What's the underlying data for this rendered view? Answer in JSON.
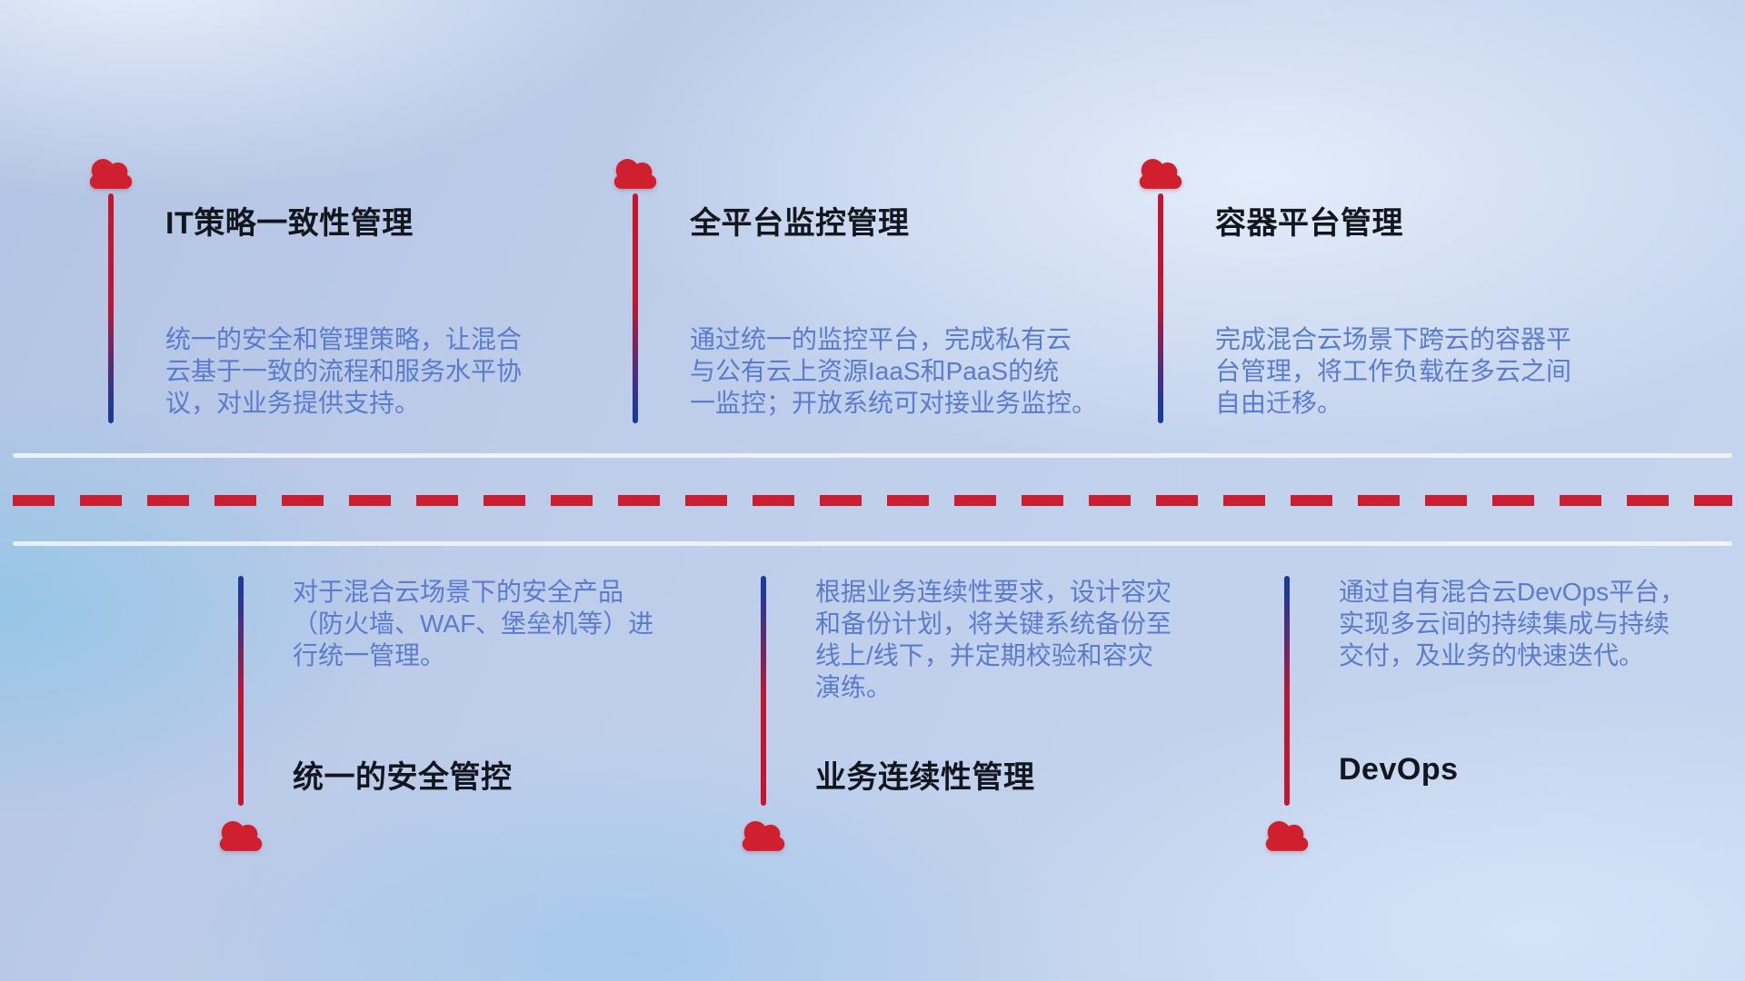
{
  "top_items": [
    {
      "title": "IT策略一致性管理",
      "description": "统一的安全和管理策略，让混合\n云基于一致的流程和服务水平协\n议，对业务提供支持。"
    },
    {
      "title": "全平台监控管理",
      "description": "通过统一的监控平台，完成私有云\n与公有云上资源IaaS和PaaS的统\n一监控；开放系统可对接业务监控。"
    },
    {
      "title": "容器平台管理",
      "description": "完成混合云场景下跨云的容器平\n台管理，将工作负载在多云之间\n自由迁移。"
    }
  ],
  "bottom_items": [
    {
      "title": "统一的安全管控",
      "description": "对于混合云场景下的安全产品\n（防火墙、WAF、堡垒机等）进\n行统一管理。"
    },
    {
      "title": "业务连续性管理",
      "description": "根据业务连续性要求，设计容灾\n和备份计划，将关键系统备份至\n线上/线下，并定期校验和容灾\n演练。"
    },
    {
      "title": "DevOps",
      "description": "通过自有混合云DevOps平台，\n实现多云间的持续集成与持续\n交付，及业务的快速迭代。"
    }
  ],
  "icons": {
    "cloud": "☁"
  },
  "colors": {
    "cloud_icon": "#d01f2f",
    "connector_red": "#c8142e",
    "connector_blue": "#1e3a99",
    "dashed_line": "#cb1e30",
    "solid_line": "#f7faff",
    "title_text": "#12161f",
    "description_text": "#5b7ccd"
  }
}
